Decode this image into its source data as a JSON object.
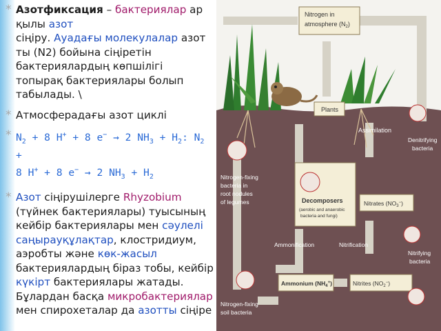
{
  "text": {
    "p1": {
      "term": "Азотфиксация",
      "dash": " – ",
      "w1": "бактериялар",
      "l1_end": " ар",
      "l2a": "қылы ",
      "l2b": "азот",
      "l3a": "сіңіру. ",
      "l3b": "Ауадағы молекулалар",
      "l3c": " азот",
      "l4": "ты (N2) бойына сіңіретін",
      "l5": "бактериялардың көпшілігі",
      "l6": "топырақ бактериялары болып",
      "l7": "табылады. \\"
    },
    "p2": "Атмосферадағы азот циклі",
    "p3": {
      "f1": "N",
      "f1s": "2",
      "f2": " + 8 H",
      "f2p": "+",
      "f3": " + 8 e",
      "f3p": "−",
      "f4": " → 2 NH",
      "f4s": "3",
      "f5": " + H",
      "f5s": "2",
      "f6": ": N",
      "f6s": "2",
      "f7": " +",
      "g1": "8 H",
      "g1p": "+",
      "g2": " + 8 e",
      "g2p": "−",
      "g3": " → 2 NH",
      "g3s": "3",
      "g4": " + H",
      "g4s": "2"
    },
    "p4": {
      "a1": "Азот",
      "a2": " сіңірушілерге ",
      "a3": "Rhyzobium",
      "a4": " (түйнек бактериялары) туысының кейбір бактериялары мен ",
      "a5": "сәулелі саңырауқұлақтар",
      "a6": ", клостридиум, аэробты және ",
      "a7": "көк-жасыл",
      "a8": " бактериялардың біраз тобы, кейбір ",
      "a9": "күкірт",
      "a10": " бактериялары жатады. Бұлардан басқа ",
      "a11": "микробактериялар",
      "a12": " мен спирохеталар да ",
      "a13": "азотты",
      "a14": " сіңіре"
    }
  },
  "figure": {
    "atmosphere_l1": "Nitrogen in",
    "atmosphere_l2": "atmosphere (N",
    "atmosphere_sub": "2",
    "atmosphere_end": ")",
    "plants": "Plants",
    "assimilation": "Assimilation",
    "denitrifying_l1": "Denitrifying",
    "denitrifying_l2": "bacteria",
    "nfix_nodules": [
      "Nitrogen-fixing",
      "bacteria in",
      "root nodules",
      "of legumes"
    ],
    "decomposers": "Decomposers",
    "decomposers_sub": [
      "(aerobic and anaerobic",
      "bacteria and fungi)"
    ],
    "nitrates": "Nitrates (NO",
    "nitrates_sub": "3",
    "nitrates_sup": "−",
    "nitrates_end": ")",
    "ammonification": "Ammonification",
    "nitrification": "Nitrification",
    "nitrifying_l1": "Nitrifying",
    "nitrifying_l2": "bacteria",
    "ammonium": "Ammonium (NH",
    "ammonium_sub": "4",
    "ammonium_sup": "+",
    "ammonium_end": ")",
    "nitrites": "Nitrites (NO",
    "nitrites_sub": "2",
    "nitrites_sup": "−",
    "nitrites_end": ")",
    "nfix_soil": [
      "Nitrogen-fixing",
      "soil bacteria"
    ]
  },
  "colors": {
    "sky": "#f4f3ef",
    "soil": "#6e5052",
    "arrow": "#d6d2c6",
    "box": "#f4eed7",
    "text_blue": "#1f4fbf",
    "text_magenta": "#a01a6a"
  }
}
